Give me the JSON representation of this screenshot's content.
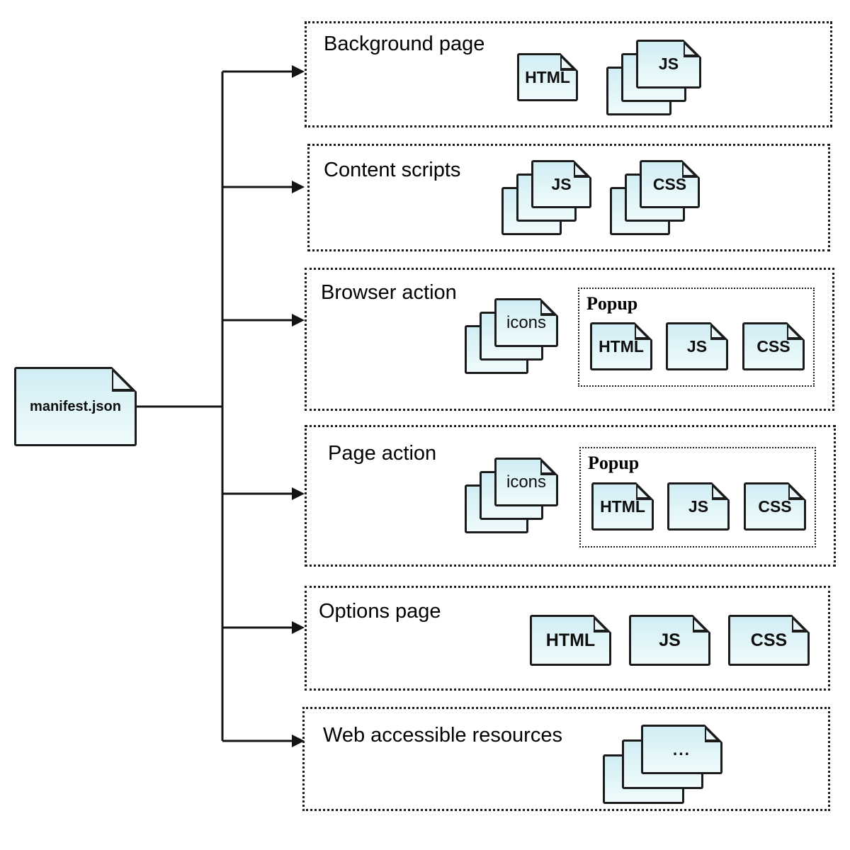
{
  "diagram": {
    "root": {
      "label": "manifest.json"
    },
    "sections": [
      {
        "id": "background-page",
        "title": "Background page",
        "items": [
          {
            "kind": "file",
            "label": "HTML"
          },
          {
            "kind": "file-stack",
            "label": "JS"
          }
        ]
      },
      {
        "id": "content-scripts",
        "title": "Content scripts",
        "items": [
          {
            "kind": "file-stack",
            "label": "JS"
          },
          {
            "kind": "file-stack",
            "label": "CSS"
          }
        ]
      },
      {
        "id": "browser-action",
        "title": "Browser action",
        "items": [
          {
            "kind": "file-stack",
            "label": "icons"
          }
        ],
        "popup": {
          "title": "Popup",
          "files": [
            "HTML",
            "JS",
            "CSS"
          ]
        }
      },
      {
        "id": "page-action",
        "title": "Page action",
        "items": [
          {
            "kind": "file-stack",
            "label": "icons"
          }
        ],
        "popup": {
          "title": "Popup",
          "files": [
            "HTML",
            "JS",
            "CSS"
          ]
        }
      },
      {
        "id": "options-page",
        "title": "Options page",
        "items": [
          {
            "kind": "file",
            "label": "HTML"
          },
          {
            "kind": "file",
            "label": "JS"
          },
          {
            "kind": "file",
            "label": "CSS"
          }
        ]
      },
      {
        "id": "web-accessible-resources",
        "title": "Web accessible resources",
        "items": [
          {
            "kind": "file-stack",
            "label": "..."
          }
        ]
      }
    ],
    "colors": {
      "file_fill_top": "#d0edf4",
      "file_fill_bottom": "#effbfc",
      "outline": "#1b1b1b",
      "background": "#ffffff"
    }
  }
}
